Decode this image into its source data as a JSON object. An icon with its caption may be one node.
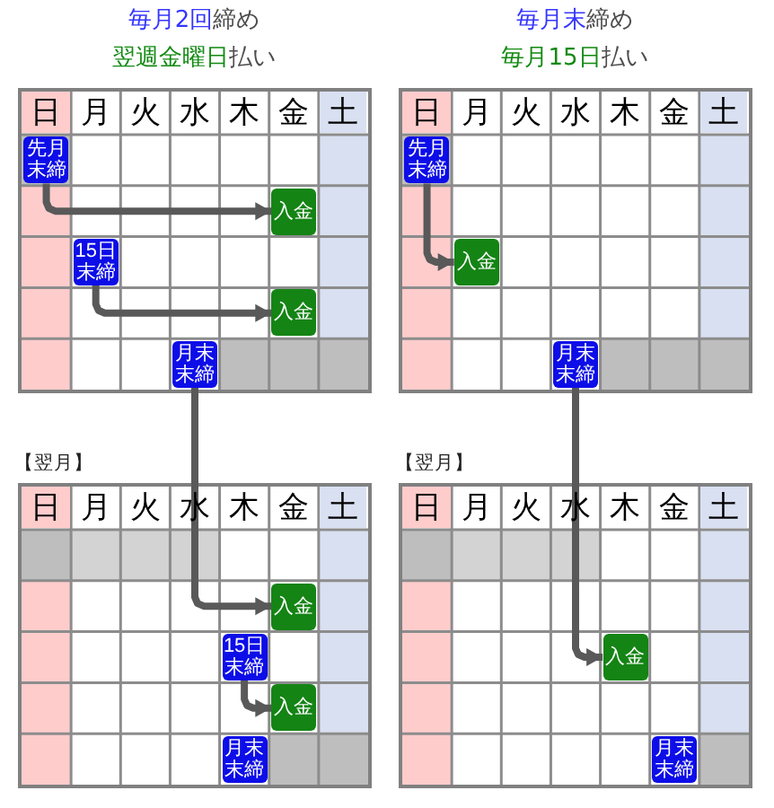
{
  "diagram": {
    "nodes": [
      {
        "text": [
          "日",
          "月",
          "火",
          "水",
          "木",
          "金",
          "土"
        ]
      },
      {
        "text": [
          "先月末締"
        ],
        "in": 0
      },
      {
        "text": [
          "入金"
        ],
        "in": 0
      },
      {
        "text": [
          "15日末締"
        ],
        "in": 0
      },
      {
        "text": [
          "入金"
        ],
        "in": 0
      },
      {
        "text": [
          "月末末締"
        ],
        "in": 0
      },
      {
        "text": [
          "日",
          "月",
          "火",
          "水",
          "木",
          "金",
          "土"
        ]
      },
      {
        "text": [
          "先月末締"
        ],
        "in": 6
      },
      {
        "text": [
          "入金"
        ],
        "in": 6
      },
      {
        "text": [
          "月末末締"
        ],
        "in": 6
      },
      {
        "text": [
          "日",
          "月",
          "火",
          "水",
          "木",
          "金",
          "土"
        ]
      },
      {
        "text": [
          "入金"
        ],
        "in": 10
      },
      {
        "text": [
          "15日末締"
        ],
        "in": 10
      },
      {
        "text": [
          "入金"
        ],
        "in": 10
      },
      {
        "text": [
          "月末末締"
        ],
        "in": 10
      },
      {
        "text": [
          "日",
          "月",
          "火",
          "水",
          "木",
          "金",
          "土"
        ]
      },
      {
        "text": [
          "入金"
        ],
        "in": 15
      },
      {
        "text": [
          "月末末締"
        ],
        "in": 15
      }
    ],
    "edges": [
      {
        "from": 1,
        "to": 2,
        "arrow": "to"
      },
      {
        "from": 3,
        "to": 4,
        "arrow": "to"
      },
      {
        "from": 5,
        "to": 11,
        "arrow": "to"
      },
      {
        "from": 7,
        "to": 8,
        "arrow": "to"
      },
      {
        "from": 9,
        "to": 16,
        "arrow": "to"
      },
      {
        "from": 12,
        "to": 13,
        "arrow": "to"
      }
    ],
    "labels": [
      "毎月2回締め",
      "毎月末締め",
      "翌週金曜日払い",
      "毎月15日払い",
      "【翌月】",
      "【翌月】"
    ]
  }
}
